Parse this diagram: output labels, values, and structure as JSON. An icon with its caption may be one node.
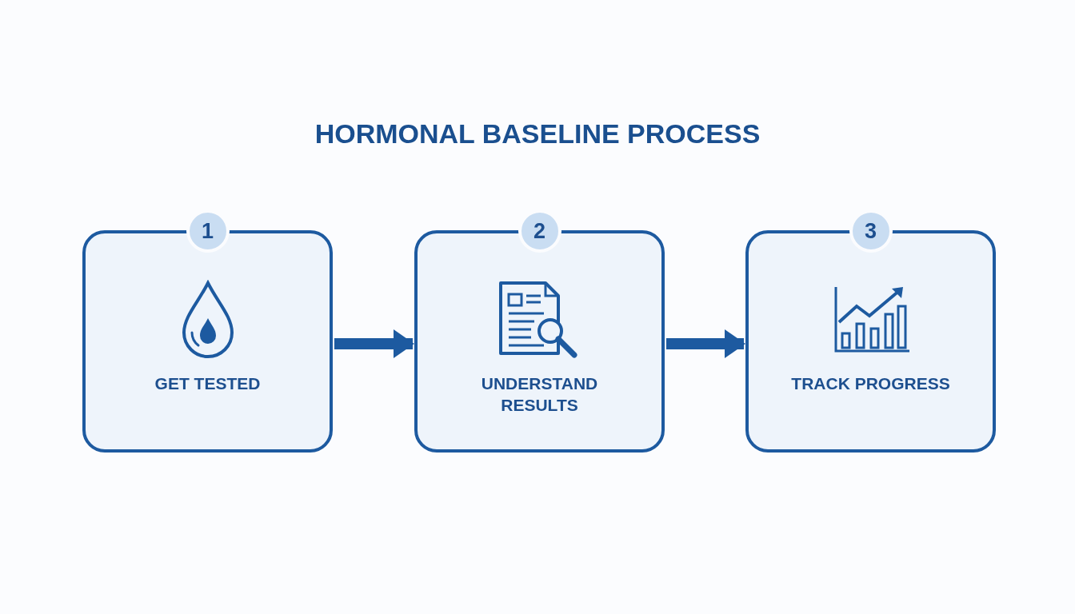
{
  "diagram": {
    "title": "HORMONAL BASELINE PROCESS",
    "nodes": [
      {
        "text": [
          "1",
          "GET TESTED"
        ]
      },
      {
        "text": [
          "2",
          "UNDERSTAND RESULTS"
        ]
      },
      {
        "text": [
          "3",
          "TRACK PROGRESS"
        ]
      }
    ],
    "edges": [
      {
        "from": 0,
        "to": 1,
        "arrow": "to"
      },
      {
        "from": 1,
        "to": 2,
        "arrow": "to"
      }
    ]
  }
}
